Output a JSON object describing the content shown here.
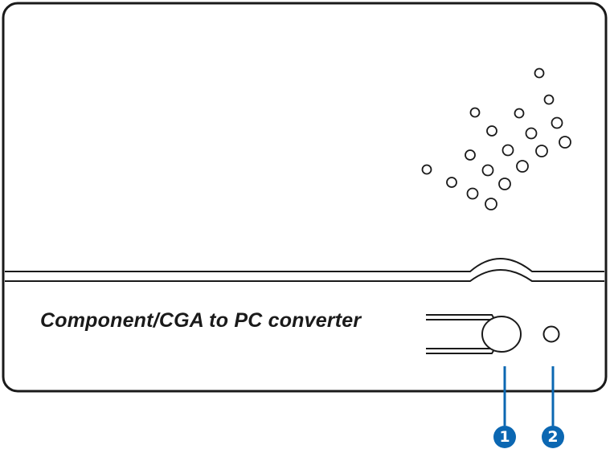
{
  "device": {
    "label": "Component/CGA to PC converter"
  },
  "callouts": [
    {
      "number": "1"
    },
    {
      "number": "2"
    }
  ],
  "colors": {
    "outline": "#1a1a1a",
    "callout_blue": "#0b67b2"
  }
}
